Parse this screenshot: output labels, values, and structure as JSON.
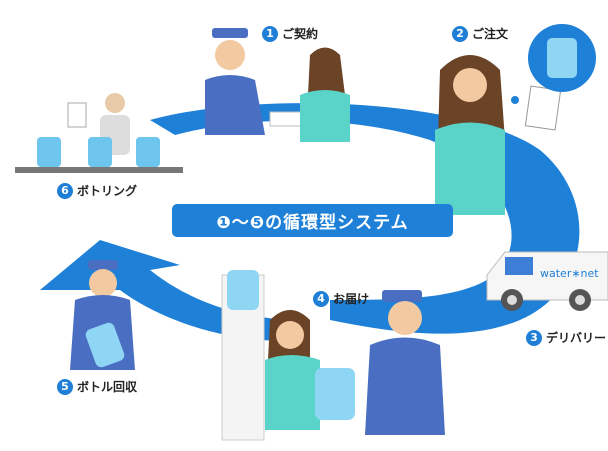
{
  "title": "❶〜❺の循環型システム",
  "steps": [
    {
      "num": "1",
      "label": "ご契約"
    },
    {
      "num": "2",
      "label": "ご注文"
    },
    {
      "num": "3",
      "label": "デリバリー"
    },
    {
      "num": "4",
      "label": "お届け"
    },
    {
      "num": "5",
      "label": "ボトル回収"
    },
    {
      "num": "6",
      "label": "ボトリング"
    }
  ],
  "van_logo": "water∗net",
  "colors": {
    "accent": "#1f80d8",
    "shirt": "#5ad3c8",
    "uniform": "#4a6fc2"
  }
}
